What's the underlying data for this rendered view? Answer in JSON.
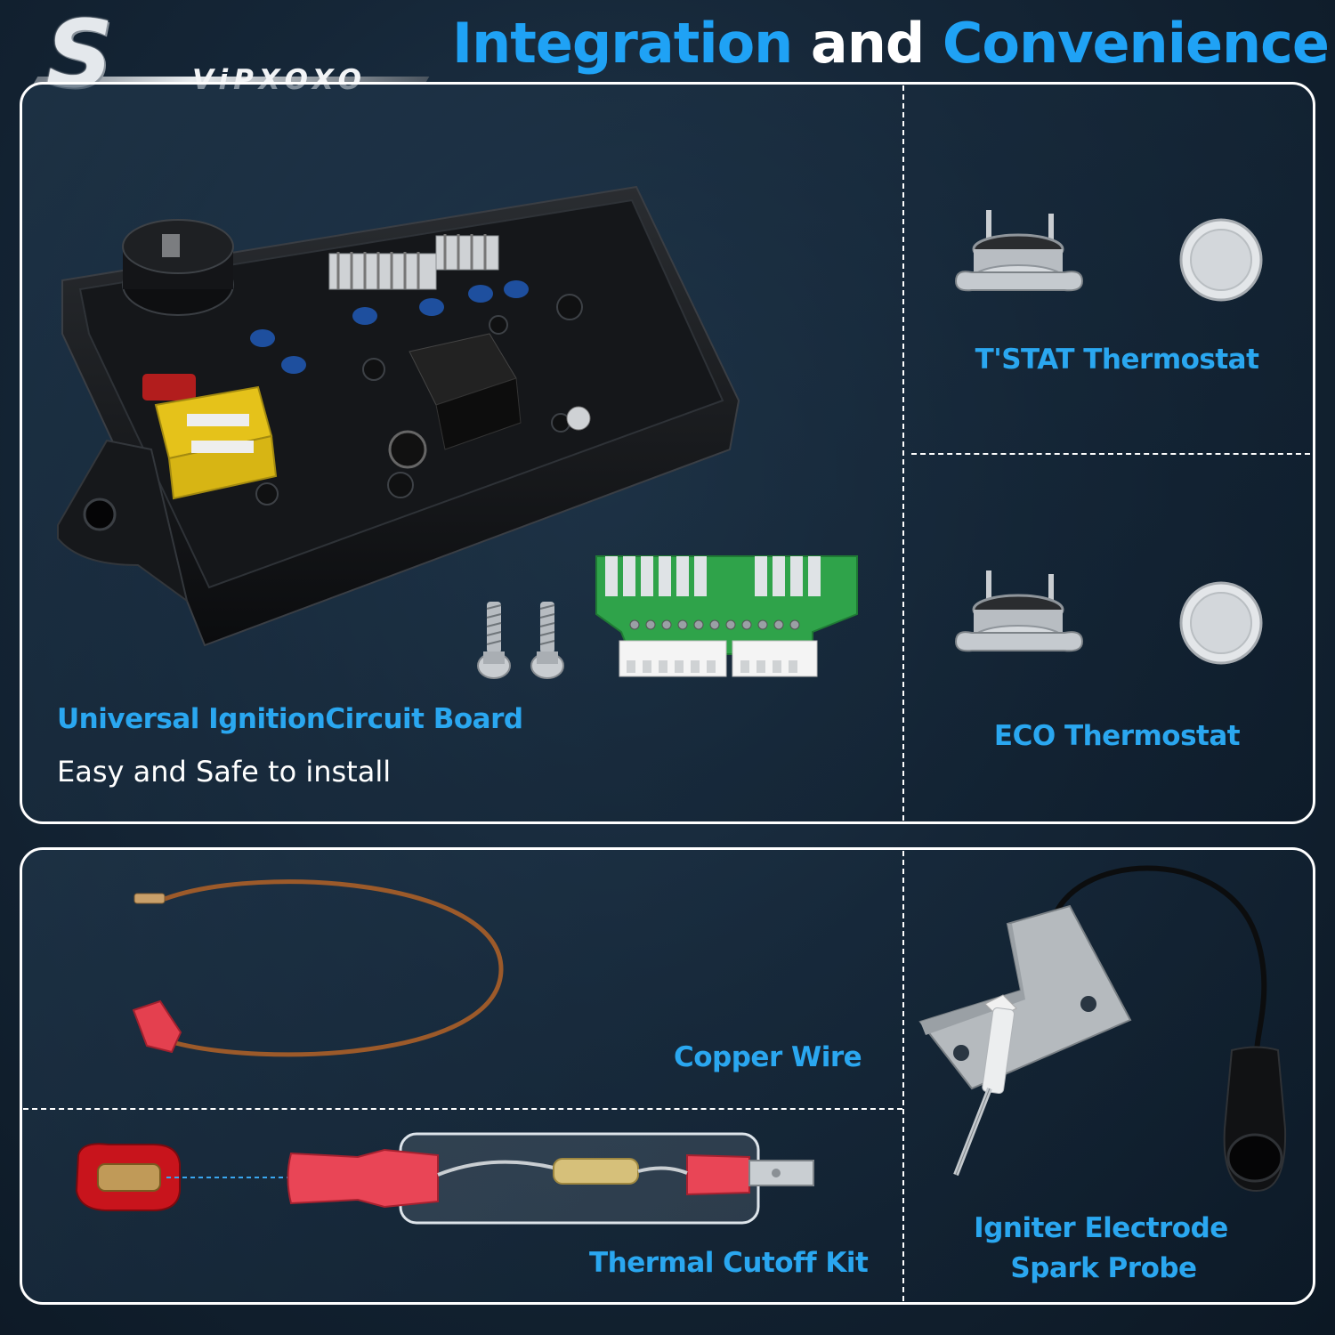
{
  "brand": {
    "logo_letters": "S",
    "name": "ViPXOXO"
  },
  "header": {
    "title_part1": "Integration",
    "title_part2": "and",
    "title_part3": "Convenience"
  },
  "products": {
    "ignition_board": {
      "label": "Universal IgnitionCircuit Board",
      "subtitle": "Easy and Safe to install"
    },
    "tstat": {
      "label": "T'STAT Thermostat"
    },
    "eco": {
      "label": "ECO Thermostat"
    },
    "copper_wire": {
      "label": "Copper Wire"
    },
    "thermal_cutoff": {
      "label": "Thermal Cutoff Kit"
    },
    "igniter": {
      "label_line1": "Igniter Electrode",
      "label_line2": "Spark Probe"
    }
  },
  "colors": {
    "accent": "#1fa2f5",
    "background": "#152637",
    "border": "#ffffff"
  }
}
